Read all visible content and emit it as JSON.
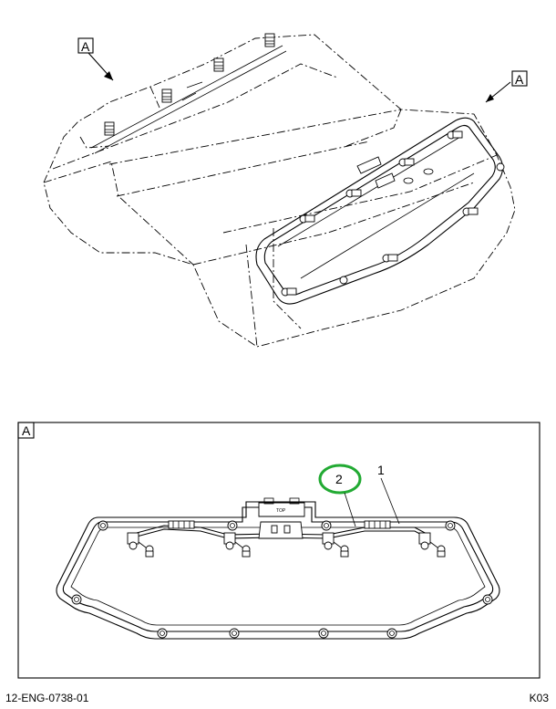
{
  "callouts": {
    "detail_ref_top_left": "A",
    "detail_ref_top_right": "A",
    "detail_box_label": "A",
    "item_1": "1",
    "item_2": "2",
    "top_mark": "TOP"
  },
  "colors": {
    "highlight_ring": "#22aa33",
    "line": "#000000"
  },
  "footer": {
    "drawing_number": "12-ENG-0738-01",
    "sheet_code": "K03"
  }
}
